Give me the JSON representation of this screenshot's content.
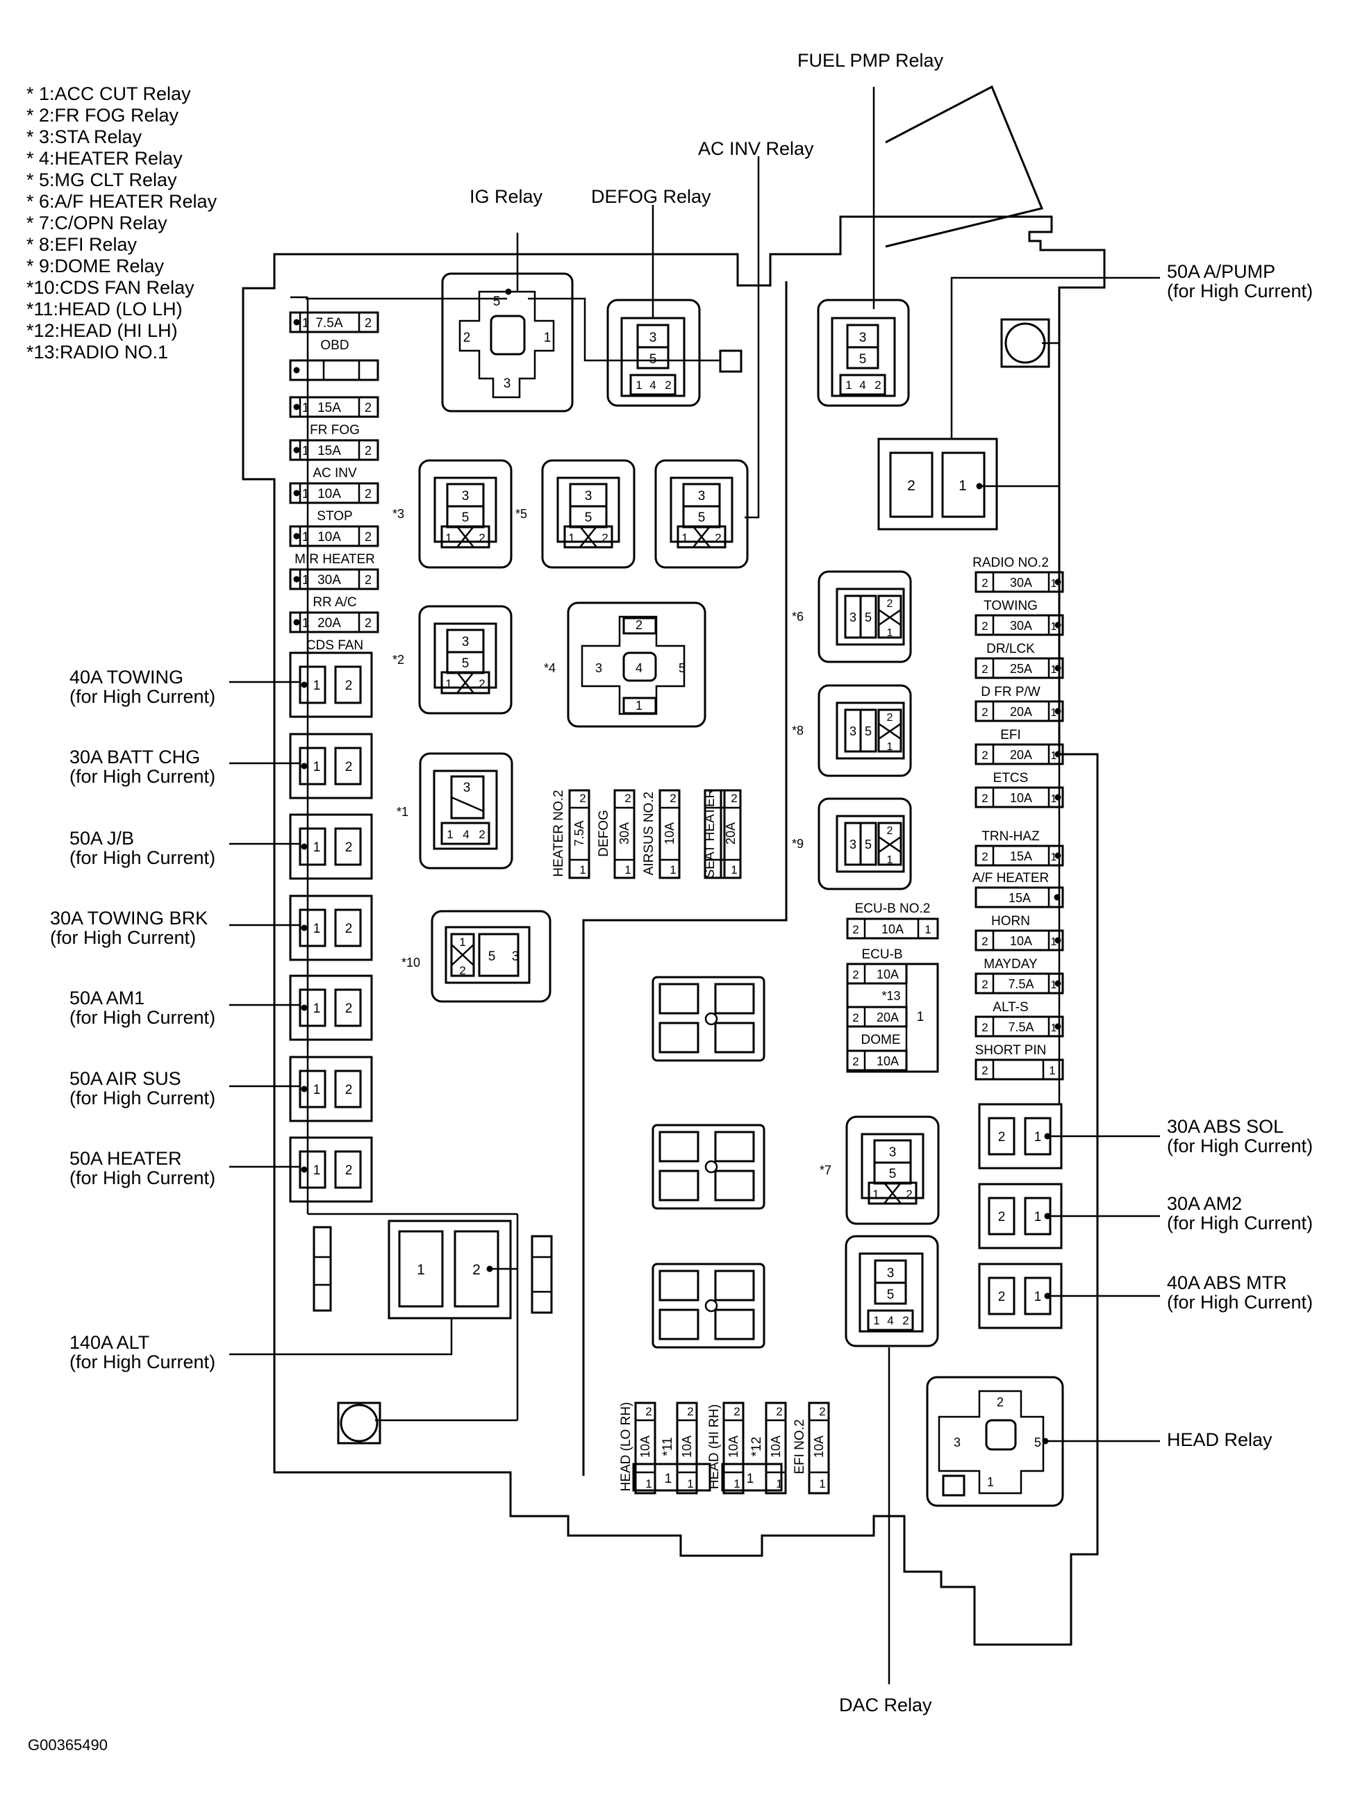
{
  "legend": [
    "* 1:ACC CUT Relay",
    "* 2:FR FOG Relay",
    "* 3:STA Relay",
    "* 4:HEATER Relay",
    "* 5:MG CLT Relay",
    "* 6:A/F HEATER Relay",
    "* 7:C/OPN Relay",
    "* 8:EFI Relay",
    "* 9:DOME Relay",
    "*10:CDS FAN Relay",
    "*11:HEAD (LO LH)",
    "*12:HEAD (HI LH)",
    "*13:RADIO NO.1"
  ],
  "callouts": {
    "fuel_pmp": "FUEL PMP Relay",
    "ac_inv": "AC INV Relay",
    "ig": "IG Relay",
    "defog": "DEFOG Relay",
    "a_pump": "50A A/PUMP",
    "a_pump_sub": "(for High Current)",
    "abs_sol": "30A ABS SOL",
    "abs_sol_sub": "(for High Current)",
    "am2": "30A AM2",
    "am2_sub": "(for High Current)",
    "abs_mtr": "40A ABS MTR",
    "abs_mtr_sub": "(for High Current)",
    "head": "HEAD Relay",
    "dac": "DAC Relay",
    "towing40": "40A TOWING",
    "towing40_sub": "(for High Current)",
    "batt_chg": "30A BATT CHG",
    "batt_chg_sub": "(for High Current)",
    "jb": "50A J/B",
    "jb_sub": "(for High Current)",
    "towing_brk": "30A TOWING BRK",
    "towing_brk_sub": "(for High Current)",
    "am1": "50A AM1",
    "am1_sub": "(for High Current)",
    "air_sus": "50A AIR SUS",
    "air_sus_sub": "(for High Current)",
    "heater": "50A HEATER",
    "heater_sub": "(for High Current)",
    "alt": "140A ALT",
    "alt_sub": "(for High Current)"
  },
  "left_fuses": [
    {
      "amp": "7.5A",
      "name": "OBD"
    },
    {
      "amp": "",
      "name": ""
    },
    {
      "amp": "15A",
      "name": "FR FOG"
    },
    {
      "amp": "15A",
      "name": "AC INV"
    },
    {
      "amp": "10A",
      "name": "STOP"
    },
    {
      "amp": "10A",
      "name": "MIR HEATER"
    },
    {
      "amp": "30A",
      "name": "RR A/C"
    },
    {
      "amp": "20A",
      "name": "CDS FAN"
    }
  ],
  "right_fuses": [
    {
      "name": "RADIO NO.2",
      "amp": "30A"
    },
    {
      "name": "TOWING",
      "amp": "30A"
    },
    {
      "name": "DR/LCK",
      "amp": "25A"
    },
    {
      "name": "D FR P/W",
      "amp": "20A"
    },
    {
      "name": "EFI",
      "amp": "20A"
    },
    {
      "name": "ETCS",
      "amp": "10A"
    },
    {
      "name": "TRN-HAZ",
      "amp": "15A"
    },
    {
      "name": "A/F HEATER",
      "amp": "15A"
    },
    {
      "name": "HORN",
      "amp": "10A"
    },
    {
      "name": "MAYDAY",
      "amp": "7.5A"
    },
    {
      "name": "ALT-S",
      "amp": "7.5A"
    },
    {
      "name": "SHORT PIN",
      "amp": ""
    }
  ],
  "mid_fuses": [
    {
      "name": "HEATER NO.2",
      "amp": "7.5A"
    },
    {
      "name": "DEFOG",
      "amp": "30A"
    },
    {
      "name": "AIRSUS NO.2",
      "amp": "10A"
    },
    {
      "name": "SEAT HEATER",
      "amp": "20A"
    }
  ],
  "ecu_block": {
    "ecu_b_no2": "ECU-B NO.2",
    "ecu_b_no2_amp": "10A",
    "ecu_b": "ECU-B",
    "ecu_b_amp": "10A",
    "radio": "*13",
    "radio_amp": "20A",
    "dome": "DOME",
    "dome_amp": "10A"
  },
  "bottom_fuses": [
    {
      "name": "HEAD (LO RH)",
      "amp": "10A"
    },
    {
      "name": "*11",
      "amp": "10A"
    },
    {
      "name": "HEAD (HI RH)",
      "amp": "10A"
    },
    {
      "name": "*12",
      "amp": "10A"
    },
    {
      "name": "EFI NO.2",
      "amp": "10A"
    }
  ],
  "relay_tags": {
    "r3": "*3",
    "r5": "*5",
    "r2": "*2",
    "r4": "*4",
    "r1": "*1",
    "r10": "*10",
    "r6": "*6",
    "r8": "*8",
    "r9": "*9",
    "r7": "*7"
  },
  "pins": {
    "p1": "1",
    "p2": "2",
    "p3": "3",
    "p4": "4",
    "p5": "5"
  },
  "footer_code": "G00365490"
}
